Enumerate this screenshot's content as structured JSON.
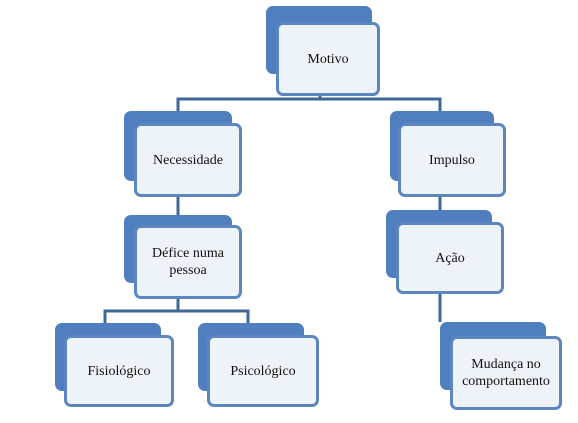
{
  "colors": {
    "accent": "#4f7fbe",
    "border": "#5b86bf",
    "fill": "#eef2f9",
    "line": "#3f6797"
  },
  "nodes": {
    "motivo": "Motivo",
    "necessidade": "Necessidade",
    "deficit": "Défice numa pessoa",
    "fisiologico": "Fisiológico",
    "psicologico": "Psicológico",
    "impulso": "Impulso",
    "acao": "Ação",
    "mudanca": "Mudança no comportamento"
  }
}
